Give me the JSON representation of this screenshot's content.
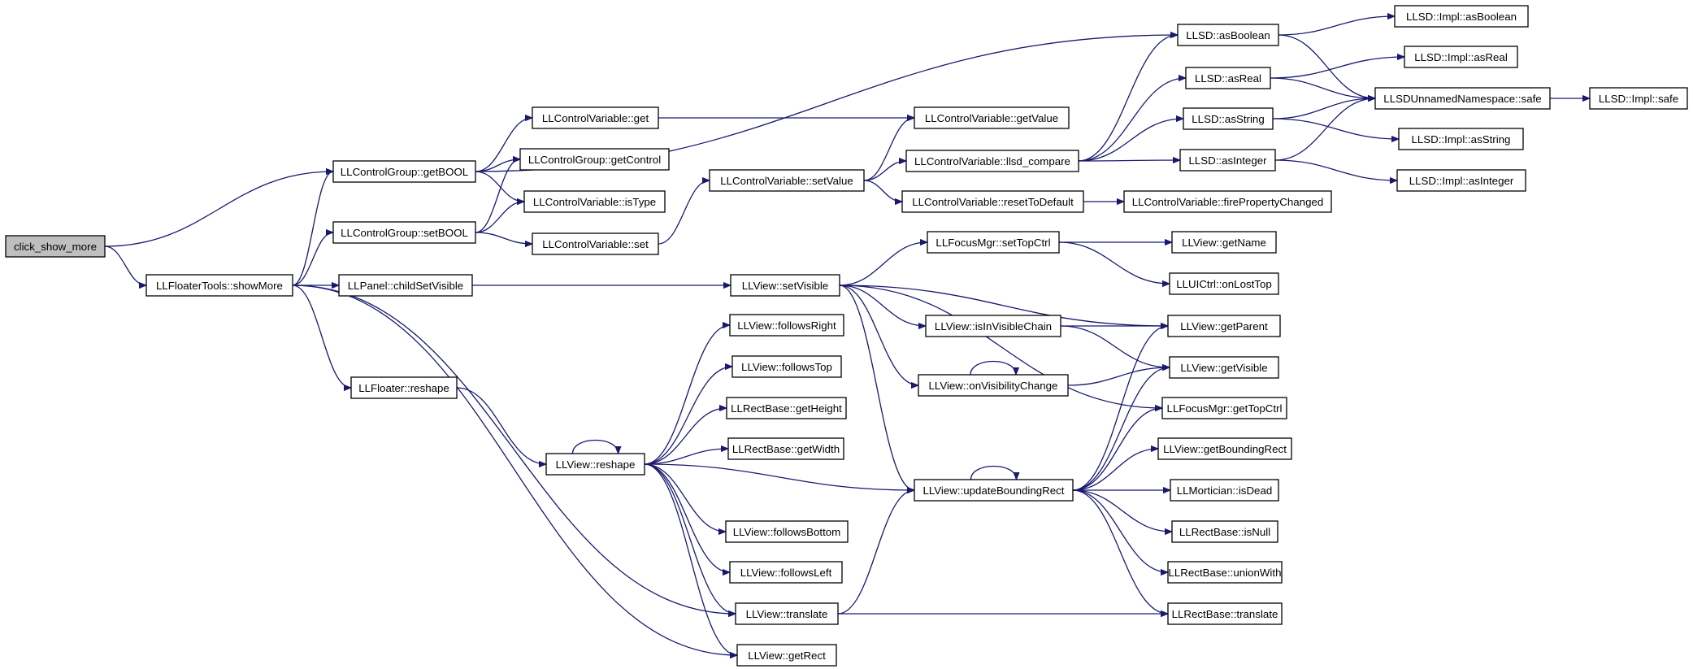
{
  "graph": {
    "title": "",
    "line_color": "#191970",
    "root_fill": "#bfbfbf",
    "node_fill": "#ffffff",
    "nodes": [
      {
        "id": "click_show_more",
        "label": "click_show_more",
        "root": true
      },
      {
        "id": "getBOOL",
        "label": "LLControlGroup::getBOOL"
      },
      {
        "id": "setBOOL",
        "label": "LLControlGroup::setBOOL"
      },
      {
        "id": "showMore",
        "label": "LLFloaterTools::showMore"
      },
      {
        "id": "cv_get",
        "label": "LLControlVariable::get"
      },
      {
        "id": "getControl",
        "label": "LLControlGroup::getControl"
      },
      {
        "id": "isType",
        "label": "LLControlVariable::isType"
      },
      {
        "id": "cv_set",
        "label": "LLControlVariable::set"
      },
      {
        "id": "childSetVisible",
        "label": "LLPanel::childSetVisible"
      },
      {
        "id": "fl_reshape",
        "label": "LLFloater::reshape"
      },
      {
        "id": "v_reshape",
        "label": "LLView::reshape"
      },
      {
        "id": "setValue",
        "label": "LLControlVariable::setValue"
      },
      {
        "id": "getValue",
        "label": "LLControlVariable::getValue"
      },
      {
        "id": "llsd_compare",
        "label": "LLControlVariable::llsd_compare"
      },
      {
        "id": "resetToDefault",
        "label": "LLControlVariable::resetToDefault"
      },
      {
        "id": "firePropertyChanged",
        "label": "LLControlVariable::firePropertyChanged"
      },
      {
        "id": "asBoolean",
        "label": "LLSD::asBoolean"
      },
      {
        "id": "asReal",
        "label": "LLSD::asReal"
      },
      {
        "id": "asString",
        "label": "LLSD::asString"
      },
      {
        "id": "asInteger",
        "label": "LLSD::asInteger"
      },
      {
        "id": "impl_asBoolean",
        "label": "LLSD::Impl::asBoolean"
      },
      {
        "id": "impl_asReal",
        "label": "LLSD::Impl::asReal"
      },
      {
        "id": "safe",
        "label": "LLSDUnnamedNamespace::safe"
      },
      {
        "id": "impl_safe",
        "label": "LLSD::Impl::safe"
      },
      {
        "id": "impl_asString",
        "label": "LLSD::Impl::asString"
      },
      {
        "id": "impl_asInteger",
        "label": "LLSD::Impl::asInteger"
      },
      {
        "id": "setVisible",
        "label": "LLView::setVisible"
      },
      {
        "id": "setTopCtrl",
        "label": "LLFocusMgr::setTopCtrl"
      },
      {
        "id": "getName",
        "label": "LLView::getName"
      },
      {
        "id": "onLostTop",
        "label": "LLUICtrl::onLostTop"
      },
      {
        "id": "isInVisibleChain",
        "label": "LLView::isInVisibleChain"
      },
      {
        "id": "getParent",
        "label": "LLView::getParent"
      },
      {
        "id": "onVisibilityChange",
        "label": "LLView::onVisibilityChange"
      },
      {
        "id": "getVisible",
        "label": "LLView::getVisible"
      },
      {
        "id": "getTopCtrl",
        "label": "LLFocusMgr::getTopCtrl"
      },
      {
        "id": "followsRight",
        "label": "LLView::followsRight"
      },
      {
        "id": "followsTop",
        "label": "LLView::followsTop"
      },
      {
        "id": "getHeight",
        "label": "LLRectBase::getHeight"
      },
      {
        "id": "getWidth",
        "label": "LLRectBase::getWidth"
      },
      {
        "id": "updateBoundingRect",
        "label": "LLView::updateBoundingRect"
      },
      {
        "id": "getBoundingRect",
        "label": "LLView::getBoundingRect"
      },
      {
        "id": "isDead",
        "label": "LLMortician::isDead"
      },
      {
        "id": "followsBottom",
        "label": "LLView::followsBottom"
      },
      {
        "id": "isNull",
        "label": "LLRectBase::isNull"
      },
      {
        "id": "followsLeft",
        "label": "LLView::followsLeft"
      },
      {
        "id": "unionWith",
        "label": "LLRectBase::unionWith"
      },
      {
        "id": "v_translate",
        "label": "LLView::translate"
      },
      {
        "id": "r_translate",
        "label": "LLRectBase::translate"
      },
      {
        "id": "getRect",
        "label": "LLView::getRect"
      }
    ],
    "edges": [
      [
        "click_show_more",
        "getBOOL"
      ],
      [
        "click_show_more",
        "showMore"
      ],
      [
        "getBOOL",
        "asBoolean"
      ],
      [
        "getBOOL",
        "cv_get"
      ],
      [
        "getBOOL",
        "getControl"
      ],
      [
        "getBOOL",
        "isType"
      ],
      [
        "setBOOL",
        "getControl"
      ],
      [
        "setBOOL",
        "isType"
      ],
      [
        "setBOOL",
        "cv_set"
      ],
      [
        "showMore",
        "getBOOL"
      ],
      [
        "showMore",
        "setBOOL"
      ],
      [
        "showMore",
        "childSetVisible"
      ],
      [
        "showMore",
        "fl_reshape"
      ],
      [
        "showMore",
        "v_translate"
      ],
      [
        "showMore",
        "getRect"
      ],
      [
        "cv_get",
        "getValue"
      ],
      [
        "cv_set",
        "setValue"
      ],
      [
        "childSetVisible",
        "setVisible"
      ],
      [
        "fl_reshape",
        "v_reshape"
      ],
      [
        "v_reshape",
        "v_reshape"
      ],
      [
        "v_reshape",
        "followsRight"
      ],
      [
        "v_reshape",
        "followsTop"
      ],
      [
        "v_reshape",
        "getHeight"
      ],
      [
        "v_reshape",
        "getWidth"
      ],
      [
        "v_reshape",
        "updateBoundingRect"
      ],
      [
        "v_reshape",
        "followsBottom"
      ],
      [
        "v_reshape",
        "followsLeft"
      ],
      [
        "v_reshape",
        "v_translate"
      ],
      [
        "v_reshape",
        "getRect"
      ],
      [
        "setValue",
        "getValue"
      ],
      [
        "setValue",
        "llsd_compare"
      ],
      [
        "setValue",
        "resetToDefault"
      ],
      [
        "resetToDefault",
        "firePropertyChanged"
      ],
      [
        "llsd_compare",
        "asBoolean"
      ],
      [
        "llsd_compare",
        "asReal"
      ],
      [
        "llsd_compare",
        "asString"
      ],
      [
        "llsd_compare",
        "asInteger"
      ],
      [
        "asBoolean",
        "impl_asBoolean"
      ],
      [
        "asBoolean",
        "safe"
      ],
      [
        "asReal",
        "impl_asReal"
      ],
      [
        "asReal",
        "safe"
      ],
      [
        "asString",
        "safe"
      ],
      [
        "asString",
        "impl_asString"
      ],
      [
        "asInteger",
        "safe"
      ],
      [
        "asInteger",
        "impl_asInteger"
      ],
      [
        "safe",
        "impl_safe"
      ],
      [
        "setVisible",
        "setTopCtrl"
      ],
      [
        "setVisible",
        "getParent"
      ],
      [
        "setVisible",
        "isInVisibleChain"
      ],
      [
        "setVisible",
        "onVisibilityChange"
      ],
      [
        "setVisible",
        "getTopCtrl"
      ],
      [
        "setVisible",
        "updateBoundingRect"
      ],
      [
        "setTopCtrl",
        "getName"
      ],
      [
        "setTopCtrl",
        "onLostTop"
      ],
      [
        "isInVisibleChain",
        "getParent"
      ],
      [
        "isInVisibleChain",
        "getVisible"
      ],
      [
        "onVisibilityChange",
        "onVisibilityChange"
      ],
      [
        "onVisibilityChange",
        "getVisible"
      ],
      [
        "updateBoundingRect",
        "updateBoundingRect"
      ],
      [
        "updateBoundingRect",
        "getParent"
      ],
      [
        "updateBoundingRect",
        "getVisible"
      ],
      [
        "updateBoundingRect",
        "getTopCtrl"
      ],
      [
        "updateBoundingRect",
        "getBoundingRect"
      ],
      [
        "updateBoundingRect",
        "isDead"
      ],
      [
        "updateBoundingRect",
        "isNull"
      ],
      [
        "updateBoundingRect",
        "unionWith"
      ],
      [
        "updateBoundingRect",
        "r_translate"
      ],
      [
        "v_translate",
        "updateBoundingRect"
      ],
      [
        "v_translate",
        "r_translate"
      ]
    ]
  }
}
